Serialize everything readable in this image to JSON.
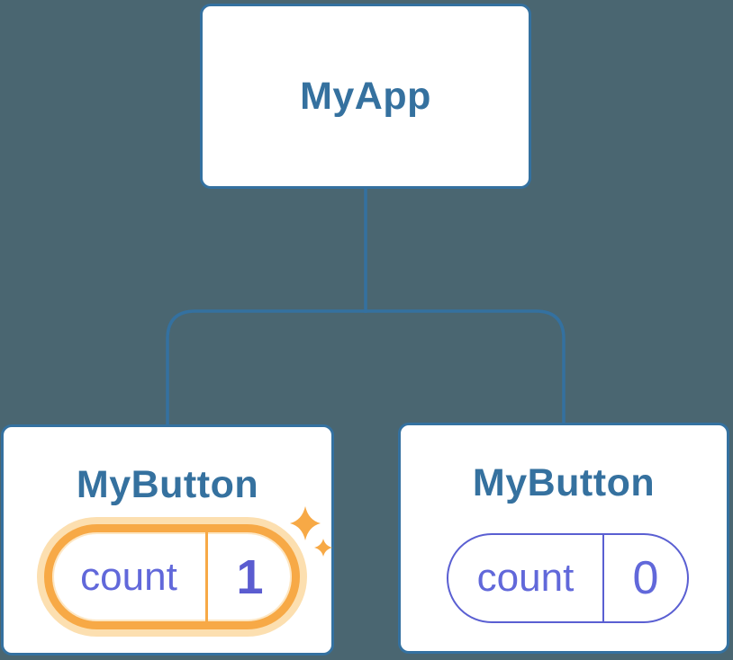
{
  "colors": {
    "background": "#4A6671",
    "line-blue": "#3471A0",
    "card-bg": "#FFFFFF",
    "node-text-blue": "#35719F",
    "pill-purple": "#5A5FD2",
    "pill-label-purple": "#6168DA",
    "pill-value-purple": "#5B5CD0",
    "highlight-orange": "#F7A946",
    "highlight-halo": "#FCDFB0"
  },
  "tree": {
    "root": {
      "label": "MyApp"
    },
    "children": [
      {
        "label": "MyButton",
        "state_key": "count",
        "state_value": "1",
        "highlighted": true
      },
      {
        "label": "MyButton",
        "state_key": "count",
        "state_value": "0",
        "highlighted": false
      }
    ]
  }
}
